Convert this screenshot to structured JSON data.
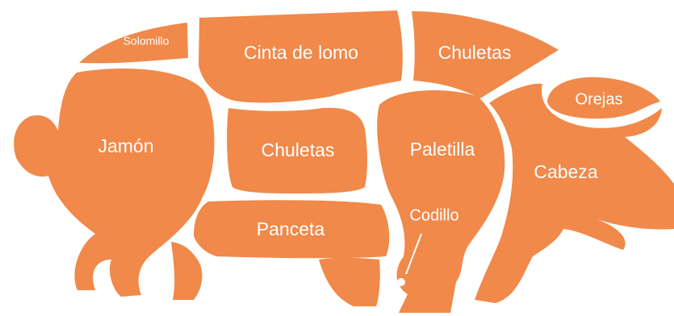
{
  "colors": {
    "meat": "#f0894a",
    "background": "#ffffff",
    "label": "#ffffff"
  },
  "cuts": {
    "solomillo": "Solomillo",
    "cinta_de_lomo": "Cinta de lomo",
    "chuletas_top": "Chuletas",
    "orejas": "Orejas",
    "jamon": "Jamón",
    "chuletas_middle": "Chuletas",
    "paletilla": "Paletilla",
    "cabeza": "Cabeza",
    "codillo": "Codillo",
    "panceta": "Panceta"
  }
}
